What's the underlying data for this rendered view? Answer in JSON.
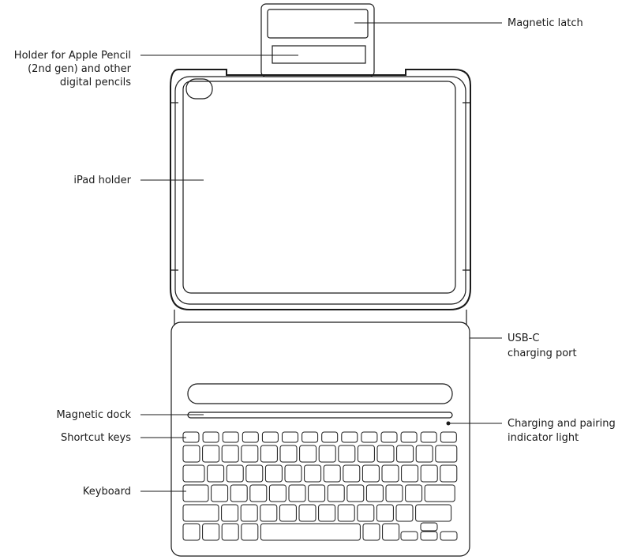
{
  "labels": {
    "magnetic_latch": "Magnetic latch",
    "pencil_holder": [
      "Holder for Apple Pencil",
      "(2nd gen) and other",
      "digital pencils"
    ],
    "ipad_holder": "iPad holder",
    "usb_c": [
      "USB-C",
      "charging port"
    ],
    "magnetic_dock": "Magnetic dock",
    "indicator_light": [
      "Charging and pairing",
      "indicator light"
    ],
    "shortcut_keys": "Shortcut keys",
    "keyboard": "Keyboard"
  }
}
